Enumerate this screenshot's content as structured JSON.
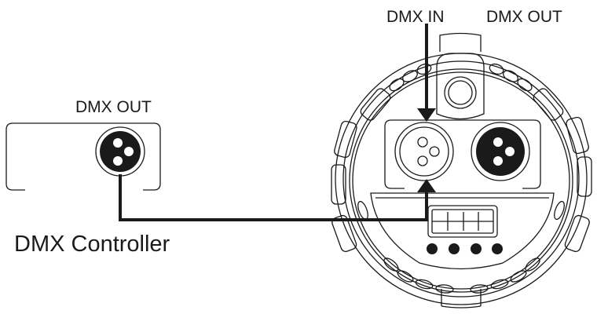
{
  "labels": {
    "dmx_in": "DMX IN",
    "fixture_dmx_out": "DMX OUT",
    "controller_dmx_out": "DMX OUT",
    "controller": "DMX Controller"
  },
  "colors": {
    "line": "#1a1a1a",
    "background": "#ffffff"
  }
}
